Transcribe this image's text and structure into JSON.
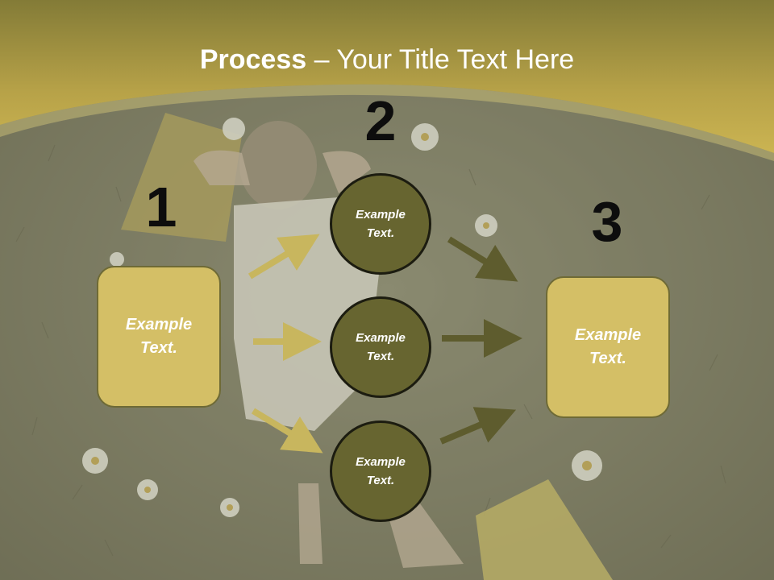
{
  "title": {
    "bold": "Process",
    "rest": " – Your Title Text Here"
  },
  "steps": [
    {
      "number": "1",
      "label": "Example Text."
    },
    {
      "number": "2",
      "label": "Example Text."
    },
    {
      "number": "3",
      "label": "Example Text."
    }
  ],
  "circles": [
    {
      "label": "Example Text."
    },
    {
      "label": "Example Text."
    },
    {
      "label": "Example Text."
    }
  ],
  "colors": {
    "header_gold": "#c4ad4a",
    "box_fill": "#d4bf66",
    "circle_fill": "#676530",
    "left_arrow": "#c8b65e",
    "right_arrow": "#5e5c2e",
    "grass": "#6d6c52"
  }
}
